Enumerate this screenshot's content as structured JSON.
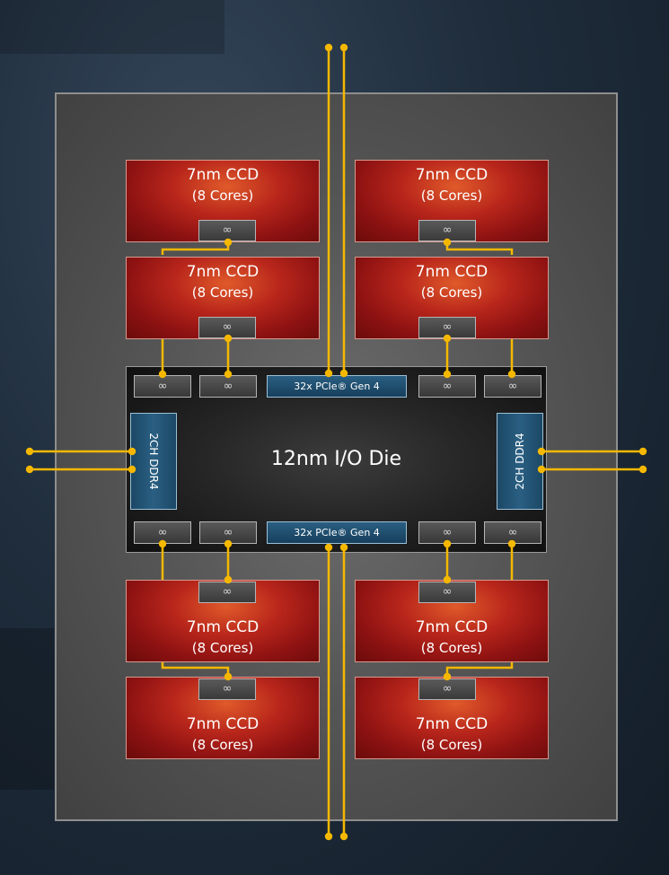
{
  "package": {
    "io_die": {
      "label": "12nm I/O Die",
      "pcie_top": "32x PCIe® Gen 4",
      "pcie_bottom": "32x PCIe® Gen 4",
      "ddr_left": "2CH DDR4",
      "ddr_right": "2CH DDR4",
      "infinity_symbol": "∞"
    },
    "ccds": [
      {
        "line1": "7nm CCD",
        "line2": "(8 Cores)"
      },
      {
        "line1": "7nm CCD",
        "line2": "(8 Cores)"
      },
      {
        "line1": "7nm CCD",
        "line2": "(8 Cores)"
      },
      {
        "line1": "7nm CCD",
        "line2": "(8 Cores)"
      },
      {
        "line1": "7nm CCD",
        "line2": "(8 Cores)"
      },
      {
        "line1": "7nm CCD",
        "line2": "(8 Cores)"
      },
      {
        "line1": "7nm CCD",
        "line2": "(8 Cores)"
      },
      {
        "line1": "7nm CCD",
        "line2": "(8 Cores)"
      }
    ]
  },
  "colors": {
    "wire": "#f5b800",
    "ccd_red": "#b8261b",
    "io_blue": "#2a5f82",
    "package_gray": "#575757"
  }
}
